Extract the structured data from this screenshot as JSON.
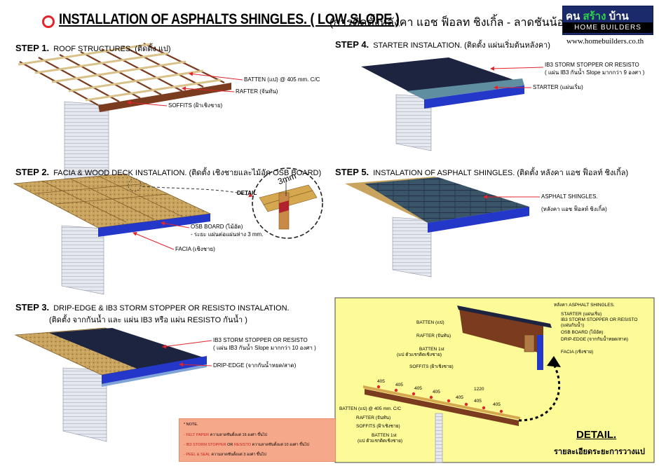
{
  "header": {
    "title": "INSTALLATION OF ASPHALTS SHINGLES. ( LOW SLOPE )",
    "title_th": "(การติดตั้งหลังคา แอช ฟ็อลท ชิงเกิ้ล - ลาดชันน้อย)",
    "logo_word1": "คน",
    "logo_word2": "สร้าง",
    "logo_word3": "บ้าน",
    "logo_sub": "HOME BUILDERS",
    "url": "www.homebuilders.co.th"
  },
  "steps": {
    "s1": {
      "num": "STEP 1.",
      "text": "ROOF STRUCTURES. (ติดตั้ง แป)"
    },
    "s2": {
      "num": "STEP 2.",
      "text": "FACIA & WOOD DECK INSTALATION. (ติดตั้ง เชิงชายและไม้อัด OSB BOARD)"
    },
    "s3": {
      "num": "STEP 3.",
      "text": "DRIP-EDGE & IB3 STORM STOPPER OR RESISTO INSTALATION.",
      "text2": "(ติดตั้ง จากกันน้ำ และ แผ่น IB3 หรือ แผ่น RESISTO กันน้ำ )"
    },
    "s4": {
      "num": "STEP 4.",
      "text": "STARTER  INSTALATION. (ติดตั้ง แผ่นเริ่มต้นหลังคา)"
    },
    "s5": {
      "num": "STEP 5.",
      "text": "INSTALATION OF ASPHALT SHINGLES. (ติดตั้ง หลังคา แอช ฟ็อลท์ ชิงเกิ้ล)"
    }
  },
  "labels": {
    "batten": "BATTEN (แป) @ 405 mm. C/C",
    "rafter": "RAFTER (จันทัน)",
    "soffits": "SOFFITS (ฝ้าเชิงชาย)",
    "osb": "OSB BOARD (ไม้อัด)",
    "osb_gap": "- ระยะ แผ่นต่อแผ่นห่าง 3 mm.",
    "facia": "FACIA (เชิงชาย)",
    "detail_word": "DETAIL",
    "gap_3mm": "3mm",
    "ib3_s3": "IB3 STORM STOPPER OR RESISTO",
    "ib3_s3b": "( แผ่น IB3 กันน้ำ  Slope มากกว่า 10 องศา )",
    "drip_s3": "DRIP-EDGE (จากกันน้ำหยด/สาด)",
    "ib3_s4": "IB3 STORM STOPPER OR RESISTO",
    "ib3_s4b": "( แผ่น IB3 กันน้ำ  Slope มากกว่า  9 องศา )",
    "starter": "STARTER (แผ่นเริ่ม)",
    "asphalt": "ASPHALT SHINGLES.",
    "asphalt_th": "(หลังคา แอช ฟ็อลท์ ชิงเกิ้ล)"
  },
  "note": {
    "head": "* NOTE.",
    "l1a": "- FELT PAPER",
    "l1b": " ความลาดชันตั้งแต่  16 องศา ขึ้นไป",
    "l2a": "- IB3 STORM STOPPER",
    "l2m": " OR ",
    "l2c": "RESISTO",
    "l2b": " ความลาดชันตั้งแต่  10 องศา ขึ้นไป",
    "l3a": "- PEEL & SEAL",
    "l3b": " ความลาดชันตั้งแต่  3 องศา ขึ้นไป"
  },
  "detail": {
    "title": "DETAIL.",
    "subtitle": "รายละเอียดระยะการวางแป",
    "r_asphalt": "หลังคา ASPHALT SHINGLES.",
    "r_starter": "STARTER (แผ่นเริ่ม)",
    "r_ib3": "IB3 STORM STOPPER OR RESISTO",
    "r_ib3b": "(แผ่นกันน้ำ)",
    "r_osb": "OSB BOARD (ไม้อัด)",
    "r_drip": "DRIP-EDGE (จากกันน้ำหยด/สาด)",
    "r_facia": "FACIA (เชิงชาย)",
    "l_batten": "BATTEN (แป)",
    "l_rafter": "RAFTER (จันทัน)",
    "l_batten1": "BATTEN 1st",
    "l_batten1b": "(แป ตัวแรกติดเชิงชาย)",
    "l_soffits": "SOFFITS (ฝ้าเชิงชาย)",
    "b_batten": "BATTEN (แป) @ 405 mm. C/C",
    "b_rafter": "RAFTER (จันทัน)",
    "b_soffits": "SOFFITS (ฝ้าเชิงชาย)",
    "b_batten1": "BATTEN 1st",
    "b_batten1b": "(แป ตัวแรกติดเชิงชาย)",
    "dims": [
      "405",
      "405",
      "405",
      "405",
      "405",
      "405",
      "405"
    ],
    "dim_total": "1220"
  },
  "colors": {
    "accent": "#e3242b",
    "facia": "#2337c9",
    "shingle": "#26304f",
    "starter": "#5f8ea0",
    "osb": "#c7a15a",
    "wall": "#e8eaf0",
    "detail_bg": "#fdfa98"
  }
}
